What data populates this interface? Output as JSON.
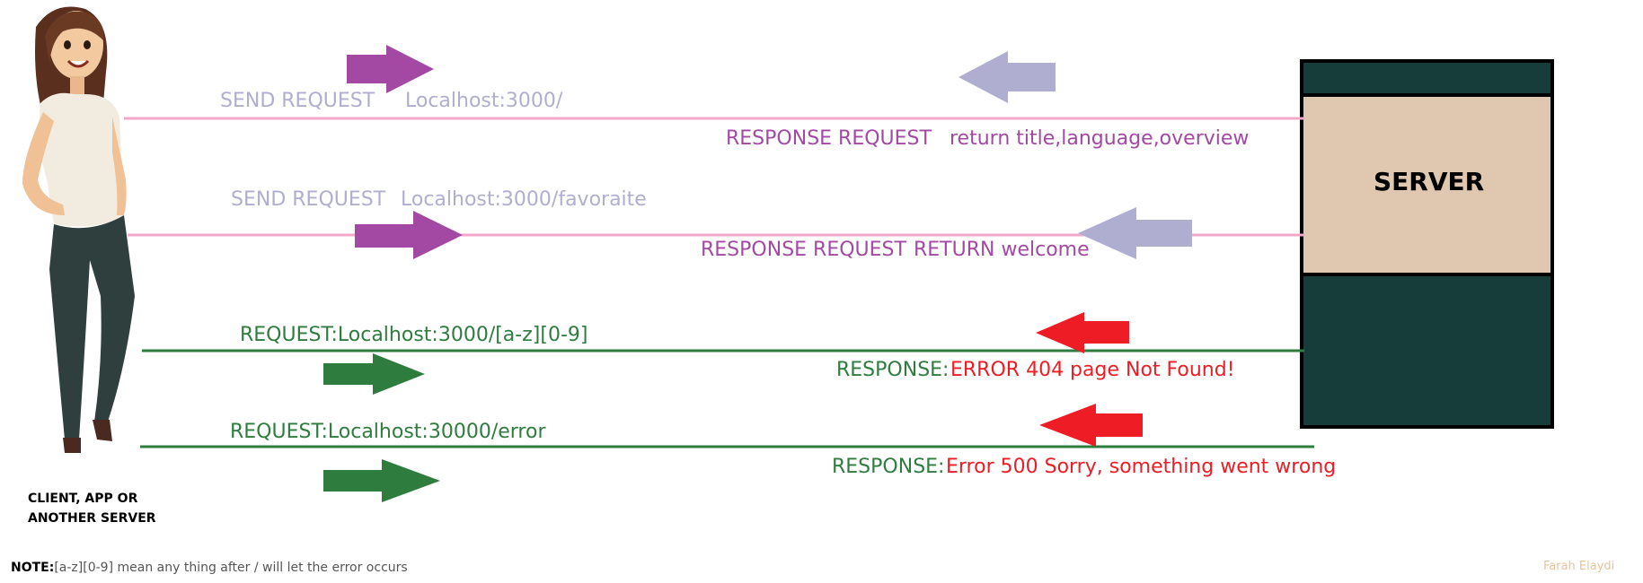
{
  "flows": [
    {
      "send_label": "SEND REQUEST",
      "send_url": "Localhost:3000/",
      "response_label": "RESPONSE REQUEST",
      "response_value": "return title,language,overview"
    },
    {
      "send_label": "SEND REQUEST",
      "send_url": "Localhost:3000/favoraite",
      "response_label": "RESPONSE REQUEST",
      "response_value": "RETURN welcome"
    },
    {
      "request": "REQUEST:Localhost:3000/[a-z][0-9]",
      "response_label": "RESPONSE:",
      "response_value": "ERROR 404 page Not Found!"
    },
    {
      "request": "REQUEST:Localhost:30000/error",
      "response_label": "RESPONSE:",
      "response_value": "Error 500 Sorry, something went wrong"
    }
  ],
  "server": {
    "label": "SERVER"
  },
  "client": {
    "line1": "CLIENT, APP OR",
    "line2": "ANOTHER SERVER"
  },
  "note": {
    "prefix": "NOTE:",
    "text": "[a-z][0-9] mean any thing after / will let the error occurs"
  },
  "signature": "Farah Elaydi",
  "colors": {
    "pink_line": "#f4a8c8",
    "green_line": "#2e7d3e",
    "purple_arrow": "#a349a4",
    "lavender_arrow": "#b0aed0",
    "red_arrow": "#ee1c24",
    "server_dark": "#173d3b",
    "server_beige": "#dfc7b0"
  }
}
